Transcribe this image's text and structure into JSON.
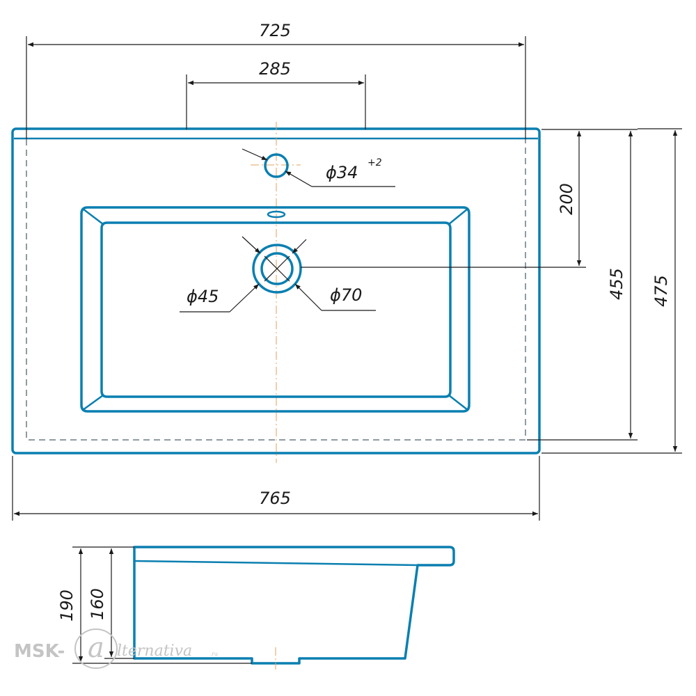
{
  "dimensions": {
    "top_width": "725",
    "faucet_offset": "285",
    "faucet_hole": "ϕ34",
    "faucet_hole_tolerance": "+2",
    "faucet_to_drain": "200",
    "inner_depth": "455",
    "total_depth": "475",
    "drain_small": "ϕ45",
    "drain_large": "ϕ70",
    "total_width": "765",
    "total_height": "190",
    "bowl_height": "160"
  },
  "watermark": {
    "prefix": "MSK-",
    "letter": "a",
    "suffix": "lternativa",
    "domain": ".ru"
  },
  "colors": {
    "outline": "#0a7fb0",
    "dimension": "#1a1a1a",
    "centerline": "#e0a060",
    "watermark": "#c4c4c4"
  }
}
